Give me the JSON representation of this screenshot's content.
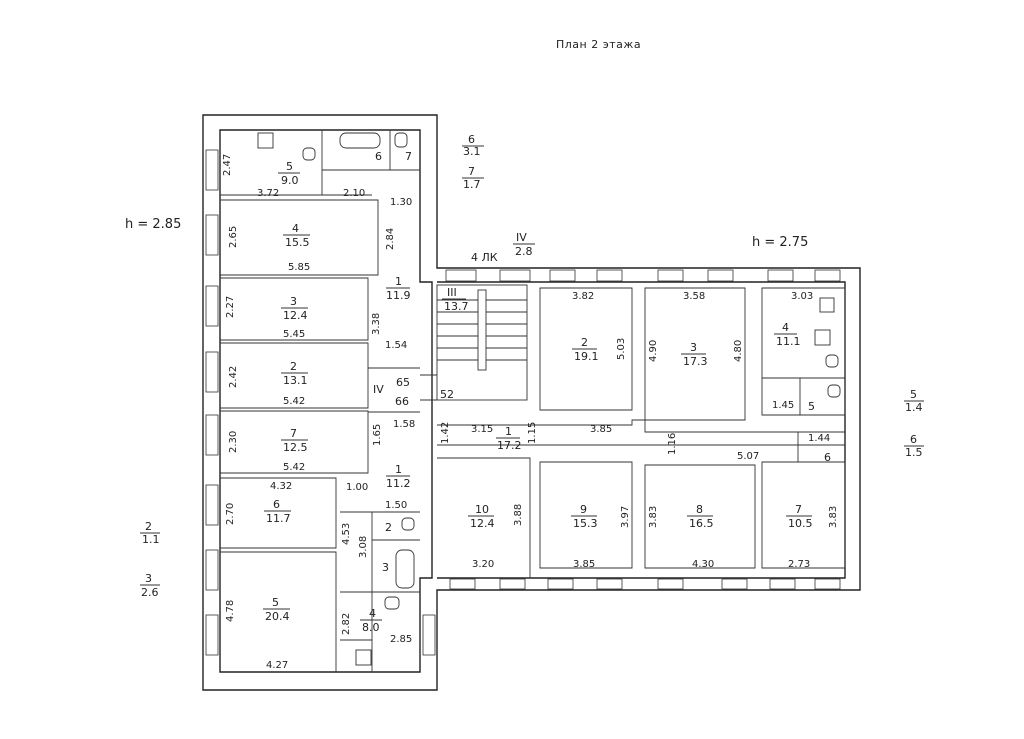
{
  "title": "План 2 этажа",
  "heights": {
    "left": "h = 2.85",
    "right": "h = 2.75"
  },
  "corridor_label": "4 ЛК",
  "rooms": [
    {
      "num": "5",
      "area": "9.0"
    },
    {
      "num": "6",
      "area": ""
    },
    {
      "num": "7",
      "area": ""
    },
    {
      "num": "4",
      "area": "15.5"
    },
    {
      "num": "3",
      "area": "12.4"
    },
    {
      "num": "2",
      "area": "13.1"
    },
    {
      "num": "7",
      "area": "12.5"
    },
    {
      "num": "6",
      "area": "11.7"
    },
    {
      "num": "5",
      "area": "20.4"
    },
    {
      "num": "1",
      "area": "11.9"
    },
    {
      "num": "1",
      "area": "11.2"
    },
    {
      "num": "IV",
      "area": "2.8"
    },
    {
      "num": "III",
      "area": "13.7"
    },
    {
      "num": "2",
      "area": "19.1"
    },
    {
      "num": "3",
      "area": "17.3"
    },
    {
      "num": "4",
      "area": "11.1"
    },
    {
      "num": "1",
      "area": "17.2"
    },
    {
      "num": "10",
      "area": "12.4"
    },
    {
      "num": "9",
      "area": "15.3"
    },
    {
      "num": "8",
      "area": "16.5"
    },
    {
      "num": "7",
      "area": "10.5"
    },
    {
      "num": "4",
      "area": "8.0"
    }
  ],
  "outside_areas": [
    {
      "num": "6",
      "area": "3.1"
    },
    {
      "num": "7",
      "area": "1.7"
    },
    {
      "num": "2",
      "area": "1.1"
    },
    {
      "num": "3",
      "area": "2.6"
    },
    {
      "num": "5",
      "area": "1.4"
    },
    {
      "num": "6",
      "area": "1.5"
    }
  ],
  "dimensions": [
    "2.47",
    "3.72",
    "2.10",
    "1.30",
    "2.65",
    "5.85",
    "2.84",
    "2.27",
    "5.45",
    "3.38",
    "1.54",
    "2.42",
    "5.42",
    "1.58",
    "2.30",
    "5.42",
    "1.65",
    "4.32",
    "1.00",
    "2.70",
    "1.50",
    "4.53",
    "3.08",
    "4.78",
    "4.27",
    "2.82",
    "2.85",
    "3.82",
    "5.03",
    "3.58",
    "4.90",
    "4.80",
    "3.03",
    "1.45",
    "1.42",
    "3.15",
    "1.15",
    "3.85",
    "1.16",
    "5.07",
    "1.44",
    "3.88",
    "3.97",
    "3.83",
    "3.83",
    "3.20",
    "3.85",
    "4.30",
    "2.73"
  ],
  "small_labels": [
    "5",
    "6",
    "2",
    "3",
    "65",
    "66",
    "52",
    "IV"
  ]
}
